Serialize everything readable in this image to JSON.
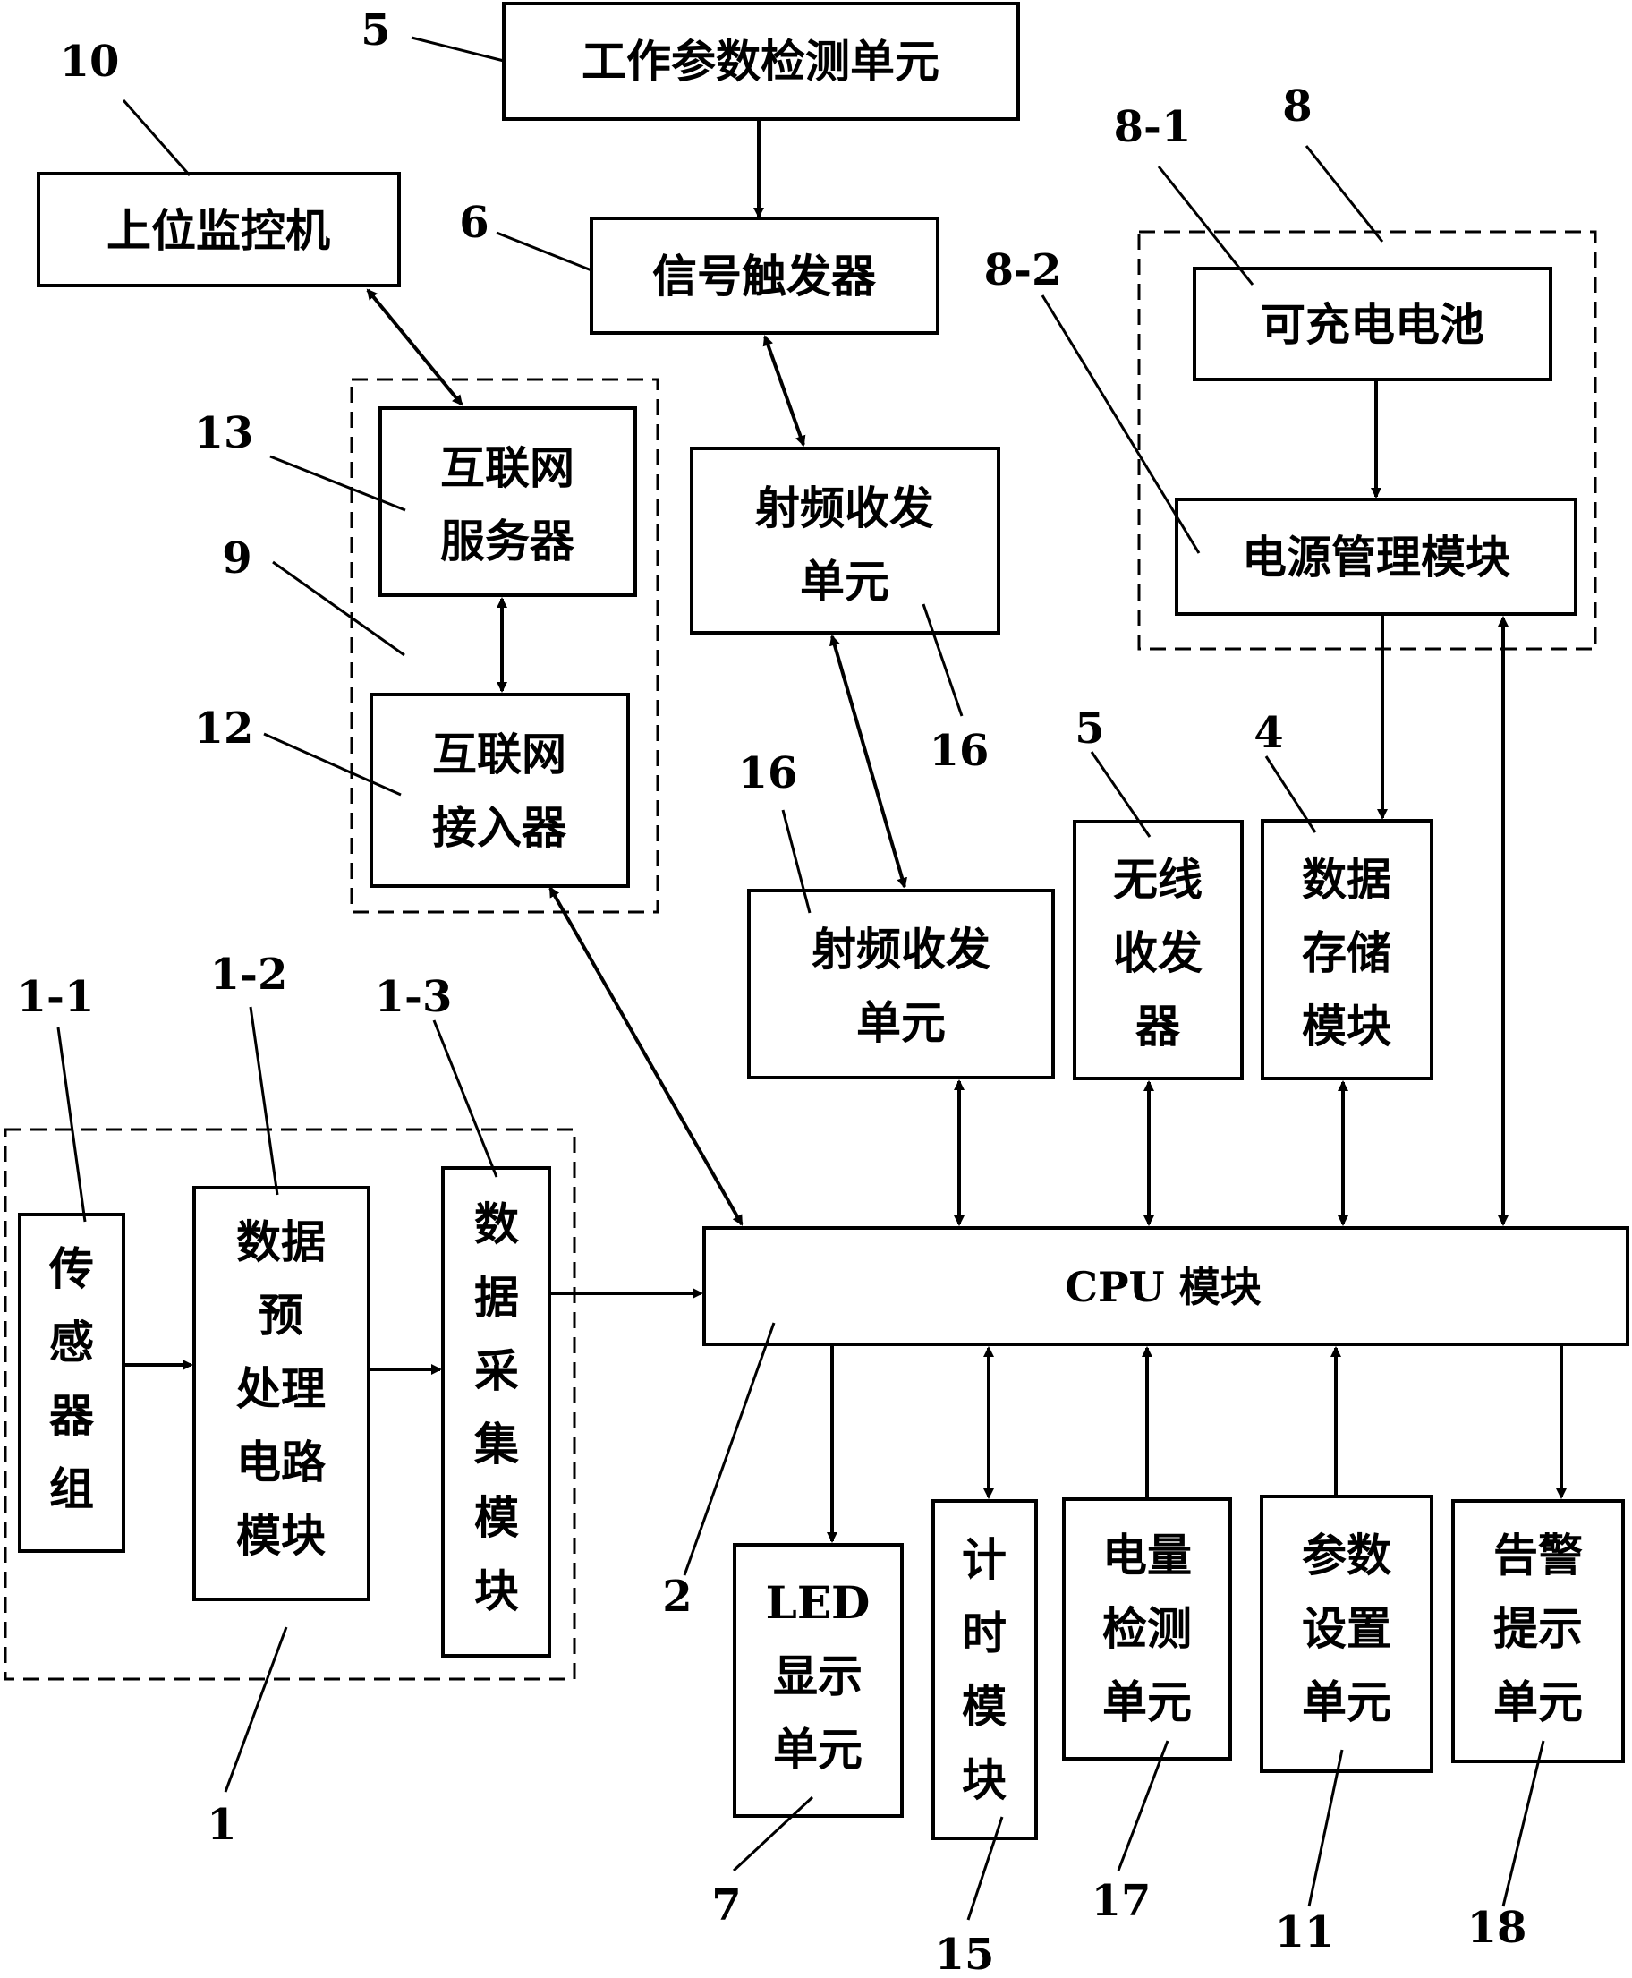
{
  "blocks": {
    "work_param_detect": "工作参数检测单元",
    "host_monitor": "上位监控机",
    "signal_trigger": "信号触发器",
    "rechargeable_battery": "可充电电池",
    "power_management": "电源管理模块",
    "internet_server": [
      "互联网",
      "服务器"
    ],
    "internet_access": [
      "互联网",
      "接入器"
    ],
    "rf_upper": [
      "射频收发",
      "单元"
    ],
    "rf_lower": [
      "射频收发",
      "单元"
    ],
    "wireless_transceiver": [
      "无线",
      "收发",
      "器"
    ],
    "data_storage": [
      "数据",
      "存储",
      "模块"
    ],
    "sensor_group": [
      "传",
      "感",
      "器",
      "组"
    ],
    "preprocess": [
      "数据",
      "预",
      "处理",
      "电路",
      "模块"
    ],
    "acquisition": [
      "数",
      "据",
      "采",
      "集",
      "模",
      "块"
    ],
    "cpu": "CPU 模块",
    "led_display": [
      "LED",
      "显示",
      "单元"
    ],
    "timer": [
      "计",
      "时",
      "模",
      "块"
    ],
    "battery_detect": [
      "电量",
      "检测",
      "单元"
    ],
    "param_setting": [
      "参数",
      "设置",
      "单元"
    ],
    "alarm": [
      "告警",
      "提示",
      "单元"
    ]
  },
  "refs": {
    "r5_top": "5",
    "r10": "10",
    "r6": "6",
    "r8_1": "8-1",
    "r8": "8",
    "r8_2": "8-2",
    "r13": "13",
    "r9": "9",
    "r12": "12",
    "r16_upper": "16",
    "r16_lower": "16",
    "r5_mid": "5",
    "r4": "4",
    "r1_1": "1-1",
    "r1_2": "1-2",
    "r1_3": "1-3",
    "r2": "2",
    "r1": "1",
    "r7": "7",
    "r15": "15",
    "r17": "17",
    "r11": "11",
    "r18": "18"
  }
}
